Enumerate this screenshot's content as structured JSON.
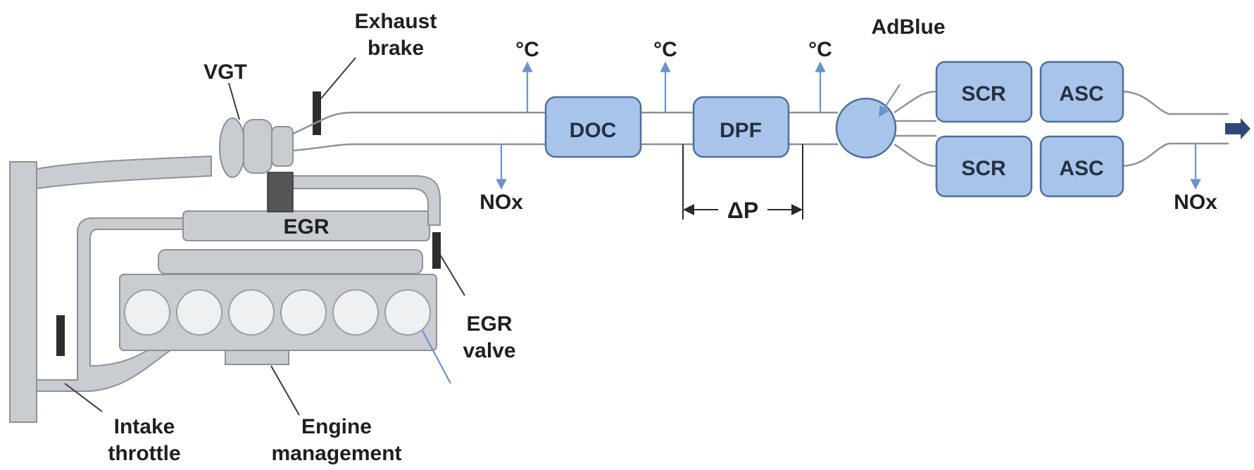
{
  "labels": {
    "exhaust_brake_line1": "Exhaust",
    "exhaust_brake_line2": "brake",
    "vgt": "VGT",
    "egr": "EGR",
    "egr_valve_line1": "EGR",
    "egr_valve_line2": "valve",
    "intake_throttle_line1": "Intake",
    "intake_throttle_line2": "throttle",
    "engine_management_line1": "Engine",
    "engine_management_line2": "management",
    "temp_sensor_1": "°C",
    "temp_sensor_2": "°C",
    "temp_sensor_3": "°C",
    "nox_sensor_1": "NOx",
    "nox_sensor_2": "NOx",
    "adblue": "AdBlue",
    "delta_p": "ΔP"
  },
  "components": {
    "doc": "DOC",
    "dpf": "DPF",
    "scr_top": "SCR",
    "asc_top": "ASC",
    "scr_bottom": "SCR",
    "asc_bottom": "ASC"
  },
  "colors": {
    "box_fill": "#a9c4ea",
    "box_stroke": "#4f6f9c",
    "arrow": "#6a94c8",
    "pipe": "#c9ccd0",
    "pipe_stroke": "#8e9297",
    "dark": "#3a3a3a",
    "outlet_arrow": "#2c4a78"
  }
}
